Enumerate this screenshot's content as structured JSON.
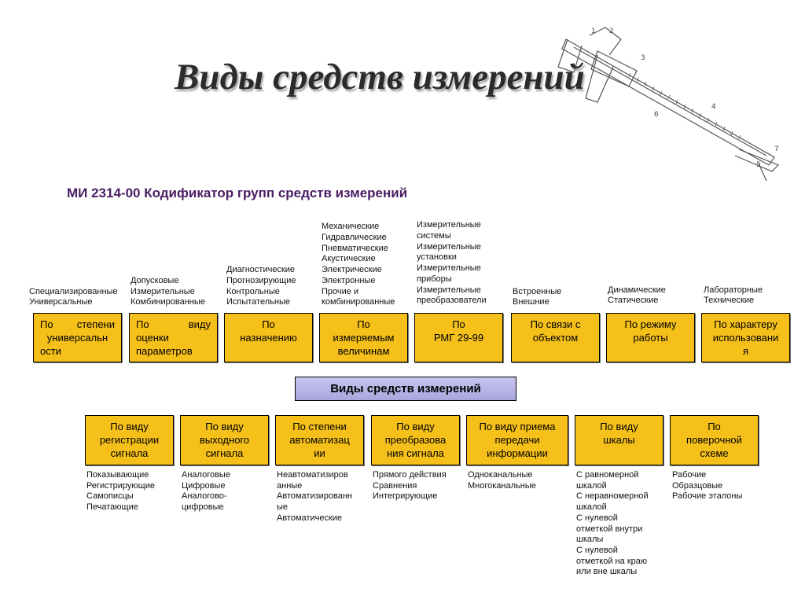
{
  "title": "Виды средств измерений",
  "subtitle": "МИ 2314-00 Кодификатор групп средств измерений",
  "center_label": "Виды средств измерений",
  "caliper_numbers": [
    "1",
    "2",
    "3",
    "4",
    "5",
    "6",
    "7"
  ],
  "colors": {
    "box_fill": "#f5c01a",
    "center_fill": "#b3b0e4",
    "subtitle": "#4a1c63"
  },
  "top_groups": [
    {
      "lines": [
        "По степени",
        "универсальн",
        "ости"
      ],
      "items": [
        "Специализированные",
        "Универсальные"
      ]
    },
    {
      "lines": [
        "По виду",
        "оценки",
        "параметров"
      ],
      "items": [
        "Допусковые",
        "Измерительные",
        "Комбинированные"
      ]
    },
    {
      "lines": [
        "По",
        "назначению"
      ],
      "items": [
        "Диагностические",
        "Прогнозирующие",
        "Контрольные",
        "Испытательные"
      ]
    },
    {
      "lines": [
        "По",
        "измеряемым",
        "величинам"
      ],
      "items": [
        "Механические",
        "Гидравлические",
        "Пневматические",
        "Акустические",
        "Электрические",
        "Электронные",
        "Прочие и",
        "комбинированные"
      ]
    },
    {
      "lines": [
        "По",
        "РМГ 29-99"
      ],
      "items": [
        "Измерительные",
        "системы",
        "Измерительные",
        "установки",
        "Измерительные",
        "приборы",
        "Измерительные",
        "преобразователи"
      ]
    },
    {
      "lines": [
        "По связи с",
        "объектом"
      ],
      "items": [
        "Встроенные",
        "Внешние"
      ]
    },
    {
      "lines": [
        "По режиму",
        "работы"
      ],
      "items": [
        "Динамические",
        "Статические"
      ]
    },
    {
      "lines": [
        "По характеру",
        "использовани",
        "я"
      ],
      "items": [
        "Лабораторные",
        "Технические"
      ]
    }
  ],
  "bottom_groups": [
    {
      "lines": [
        "По виду",
        "регистрации",
        "сигнала"
      ],
      "items": [
        "Показывающие",
        "Регистрирующие",
        "Самописцы",
        "Печатающие"
      ]
    },
    {
      "lines": [
        "По виду",
        "выходного",
        "сигнала"
      ],
      "items": [
        "Аналоговые",
        "Цифровые",
        "Аналогово-",
        "цифровые"
      ]
    },
    {
      "lines": [
        "По степени",
        "автоматизац",
        "ии"
      ],
      "items": [
        "Неавтоматизиров",
        "анные",
        "Автоматизированн",
        "ые",
        "Автоматические"
      ]
    },
    {
      "lines": [
        "По виду",
        "преобразова",
        "ния сигнала"
      ],
      "items": [
        "Прямого действия",
        "Сравнения",
        "Интегрирующие"
      ]
    },
    {
      "lines": [
        "По виду приема",
        "передачи",
        "информации"
      ],
      "items": [
        "Одноканальные",
        "Многоканальные"
      ]
    },
    {
      "lines": [
        "По виду",
        "шкалы"
      ],
      "items": [
        "С равномерной",
        "шкалой",
        "С неравномерной",
        "шкалой",
        "С нулевой",
        "отметкой внутри",
        "шкалы",
        "С нулевой",
        "отметкой на краю",
        "или вне шкалы"
      ]
    },
    {
      "lines": [
        "По",
        "поверочной",
        "схеме"
      ],
      "items": [
        "Рабочие",
        "Образцовые",
        "Рабочие эталоны"
      ]
    }
  ]
}
